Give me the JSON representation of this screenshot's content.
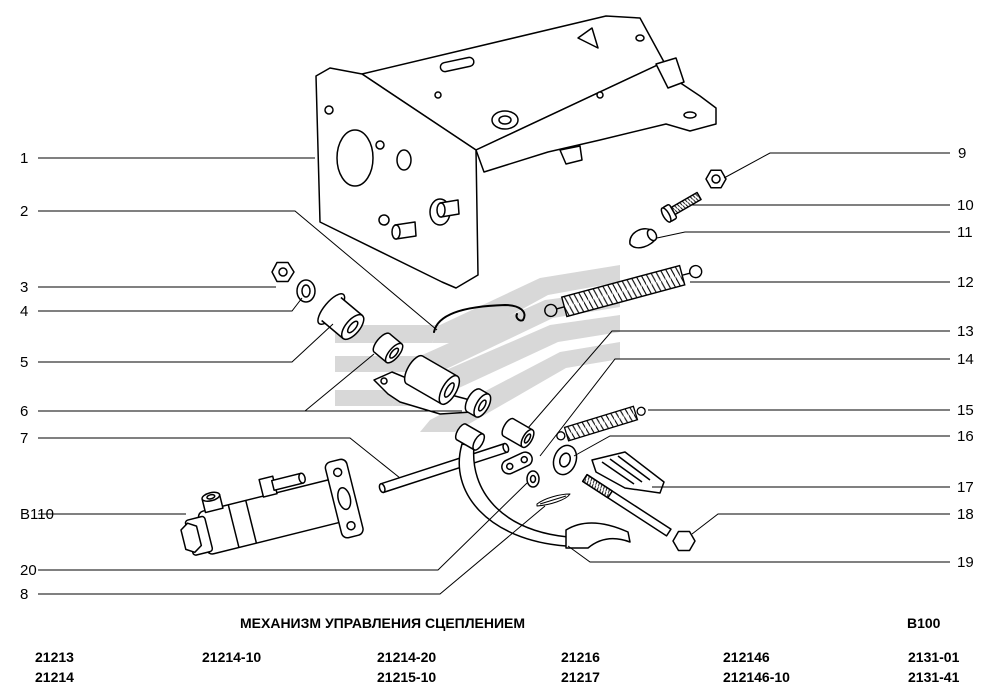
{
  "callouts": {
    "left": [
      "1",
      "2",
      "3",
      "4",
      "5",
      "6",
      "7",
      "B110",
      "20",
      "8"
    ],
    "right": [
      "9",
      "10",
      "11",
      "12",
      "13",
      "14",
      "15",
      "16",
      "17",
      "18",
      "19"
    ]
  },
  "footer": {
    "title": "МЕХАНИЗМ УПРАВЛЕНИЯ СЦЕПЛЕНИЕМ",
    "code": "B100",
    "models": [
      [
        "21213",
        "21214"
      ],
      [
        "21214-10"
      ],
      [
        "21214-20",
        "21215-10"
      ],
      [
        "21216",
        "21217"
      ],
      [
        "212146",
        "212146-10"
      ],
      [
        "2131-01",
        "2131-41"
      ]
    ]
  },
  "colors": {
    "ink": "#000000",
    "watermark": "#d8d8d8",
    "background": "#ffffff"
  }
}
